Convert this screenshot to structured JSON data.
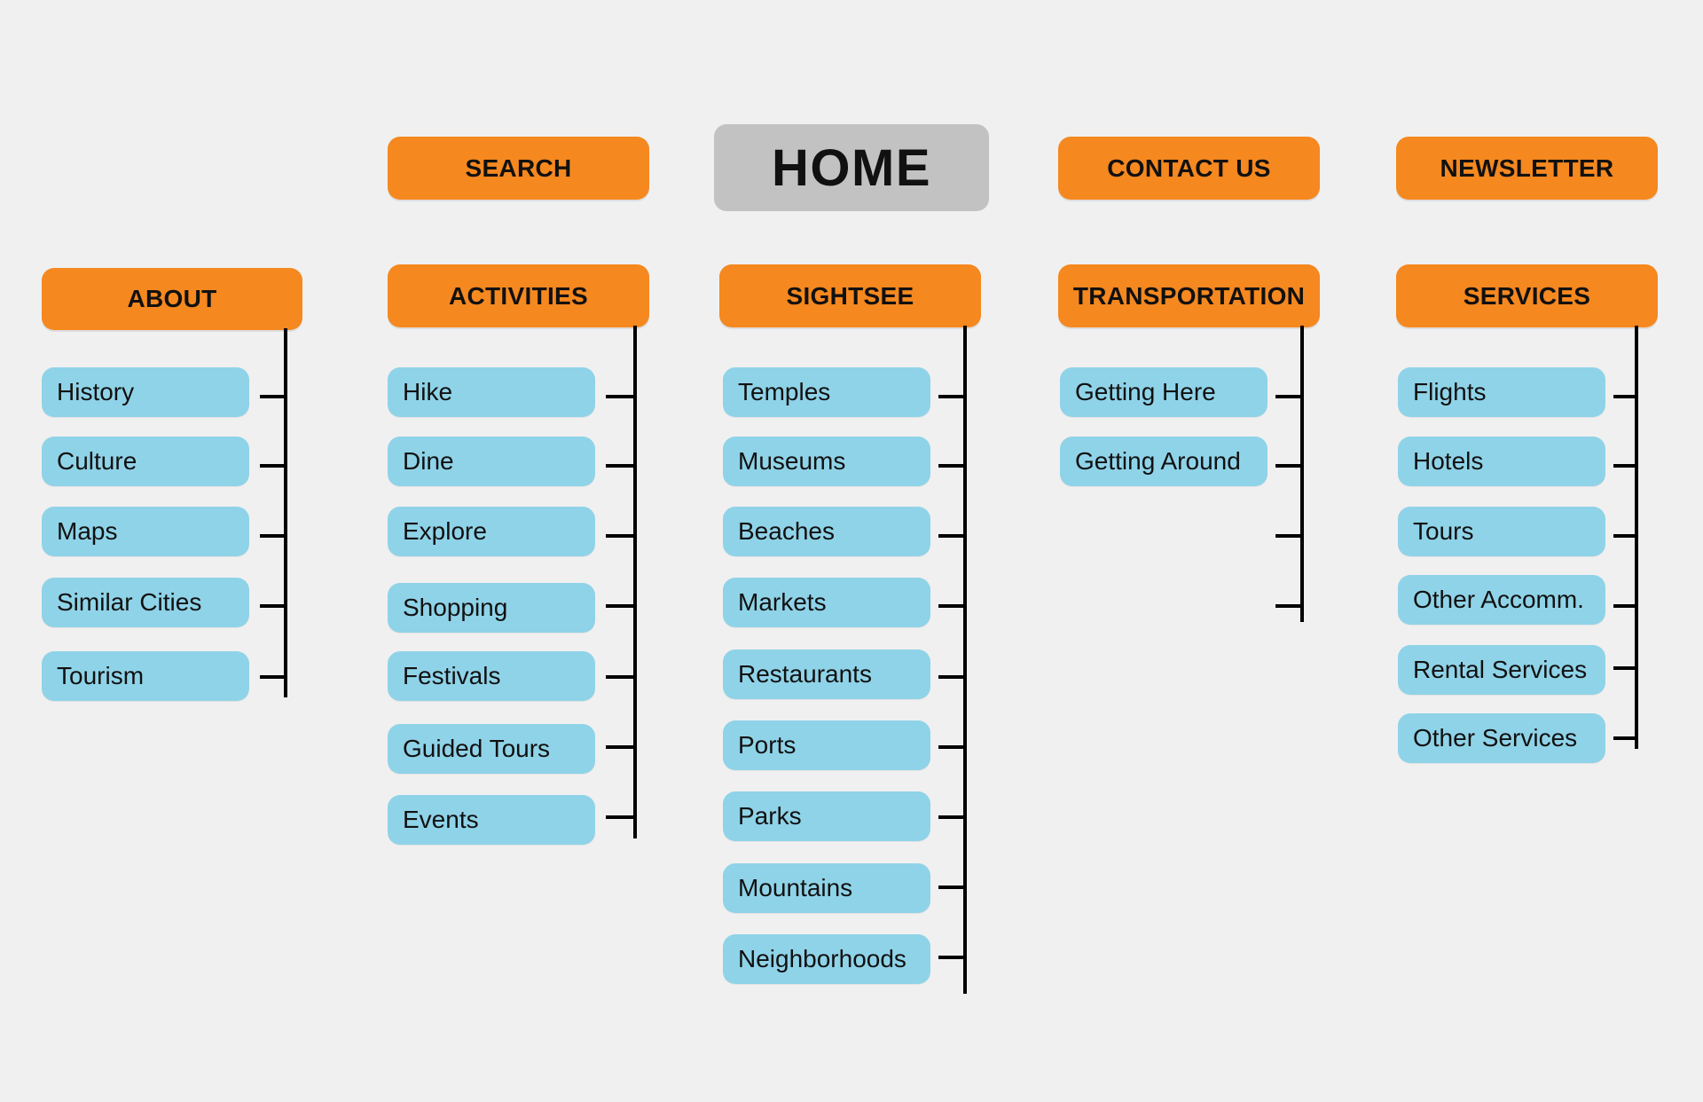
{
  "home": {
    "label": "HOME"
  },
  "top_nav": [
    {
      "label": "SEARCH"
    },
    {
      "label": "CONTACT US"
    },
    {
      "label": "NEWSLETTER"
    }
  ],
  "categories": [
    {
      "label": "ABOUT",
      "items": [
        "History",
        "Culture",
        "Maps",
        "Similar Cities",
        "Tourism"
      ]
    },
    {
      "label": "ACTIVITIES",
      "items": [
        "Hike",
        "Dine",
        "Explore",
        "Shopping",
        "Festivals",
        "Guided Tours",
        "Events"
      ]
    },
    {
      "label": "SIGHTSEE",
      "items": [
        "Temples",
        "Museums",
        "Beaches",
        "Markets",
        "Restaurants",
        "Ports",
        "Parks",
        "Mountains",
        "Neighborhoods"
      ]
    },
    {
      "label": "TRANSPORTATION",
      "items": [
        "Getting Here",
        "Getting Around"
      ]
    },
    {
      "label": "SERVICES",
      "items": [
        "Flights",
        "Hotels",
        "Tours",
        "Other Accomm.",
        "Rental Services",
        "Other Services"
      ]
    }
  ],
  "colors": {
    "background": "#f0f0f0",
    "home": "#c2c2c2",
    "category": "#f5881f",
    "item": "#8fd3e8",
    "line": "#000000"
  }
}
